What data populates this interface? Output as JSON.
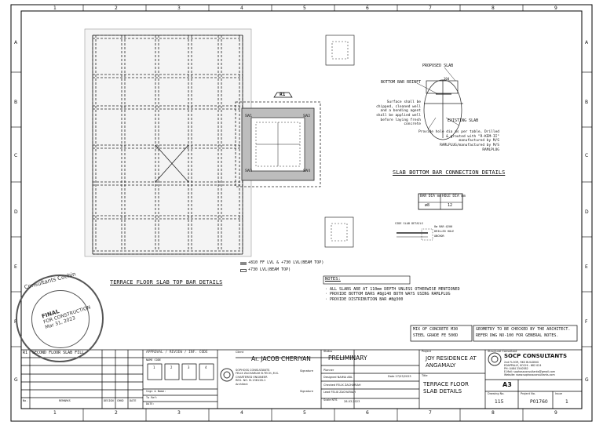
{
  "grid": {
    "cols": [
      "1",
      "2",
      "3",
      "4",
      "5",
      "6",
      "7",
      "8",
      "9"
    ],
    "rows": [
      "A",
      "B",
      "C",
      "D",
      "E",
      "F",
      "G"
    ]
  },
  "plan": {
    "title": "TERRACE FLOOR SLAB TOP BAR DETAILS",
    "legend1": "+810 FF LVL & +730 LVL(BEAM TOP)",
    "legend2": "+730 LVL(BEAM TOP)",
    "callout": "R1",
    "tags": [
      "SW1",
      "SW2",
      "SW3",
      "SW4"
    ]
  },
  "detail": {
    "proposed": "PROPOSED SLAB",
    "bottom_bar": "BOTTOM BAR REINFT",
    "dim": "10d",
    "surface_note": [
      "Surface shall be",
      "chipped, cleaned well",
      "and a bonding agent",
      "shall be applied well",
      "before laying fresh",
      "concrete"
    ],
    "existing": "EXISTING SLAB",
    "hole_note": [
      "Provide hole dia as per table, Drilled",
      "& grouted with \"R-KEM-II\"",
      "manufactured by M/S",
      "RAMLPLUG/manufactured by M/S",
      "RAMLPLUG"
    ],
    "title": "SLAB BOTTOM BAR CONNECTION DETAILS"
  },
  "table": {
    "headers": [
      "BAR DIA mm",
      "HOLE DIA mm"
    ],
    "rows": [
      [
        "ø8",
        "12"
      ]
    ]
  },
  "sec2": {
    "label": "SIDE SLAB DETAILS",
    "notes": [
      "8ø BAR @200",
      "DRILLED HOLE",
      "ANCHOR"
    ]
  },
  "notes": {
    "title": "NOTES:",
    "items": [
      "ALL SLABS ARE AT 110mm DEPTH UNLESS OTHERWISE MENTIONED",
      "PROVIDE BOTTOM BARS #8@140 BOTH WAYS USING RAMLPLUG",
      "PROVIDE DISTRIBUTION BAR #8@300"
    ]
  },
  "mix": [
    "MIX OF CONCRETE M30",
    "STEEL GRADE FE 500D"
  ],
  "geometry_note": [
    "GEOMETRY TO BE CHECKED BY THE ARCHITECT.",
    "REFER DWG NO-100 FOR GENERAL NOTES."
  ],
  "stamp": {
    "ring": "Consultants Cochin",
    "center": [
      "FINAL",
      "FOR CONSTRUCTION",
      "Mar 31, 2023"
    ]
  },
  "title_block": {
    "revision_row": [
      "R1",
      "SECOND FLOOR SLAB FILL"
    ],
    "rev_header": [
      "No.",
      "REMARKS",
      "DESIGN",
      "CHKD",
      "DATE"
    ],
    "approval": "APPROVAL / REVIEW / INF. CODE",
    "approval_codes": [
      "1",
      "2",
      "3",
      "4"
    ],
    "approval_fields": [
      "NAME CODE",
      "Sign & Name:",
      "To Ref:",
      "DATE:"
    ],
    "client_label": "Client",
    "client": "Ar. JACOB CHERIYAN",
    "architect_lines": [
      "SOPHOSS CONSULTANTS",
      "FELIX ZACHARIAH B.TECH.,M.S.",
      "CHARTERED ENGINEER",
      "REG. NO. M-136128-1",
      "Architect"
    ],
    "status_label": "Status",
    "status": "PRELIMINARY",
    "people_labels": [
      "Planner",
      "Designed",
      "Checked",
      "Lead",
      "Scale"
    ],
    "people": [
      "NAIMA ABL",
      "FELIX ZACHARIAH",
      "FELIX ZACHARIAH",
      "NTS"
    ],
    "dates": [
      "Date 27/03/2023",
      "28-03-2023"
    ],
    "signature": "Signature",
    "project_label": "Project",
    "project": [
      "JOY RESIDENCE AT",
      "ANGAMALY"
    ],
    "title_label": "Title",
    "title": [
      "TERRACE FLOOR",
      "SLAB DETAILS"
    ],
    "consultant_label": "Structural Consultant",
    "consultant": "SOCP CONSULTANTS",
    "consultant_lines": [
      "2nd FLOOR, RKS BUILDING",
      "EDAPPALLY, KOCHI - 682 024",
      "PH: 0484 2540582",
      "E-Mail: sophossconsultants@gmail.com",
      "Website: www.sophossconsultants.com"
    ],
    "size_label": "A3",
    "drawing_label": "Drawing No.",
    "drawing_no": "115",
    "project_no_label": "Project No.",
    "project_no": "P01760",
    "issue_label": "Issue",
    "issue": "1"
  }
}
